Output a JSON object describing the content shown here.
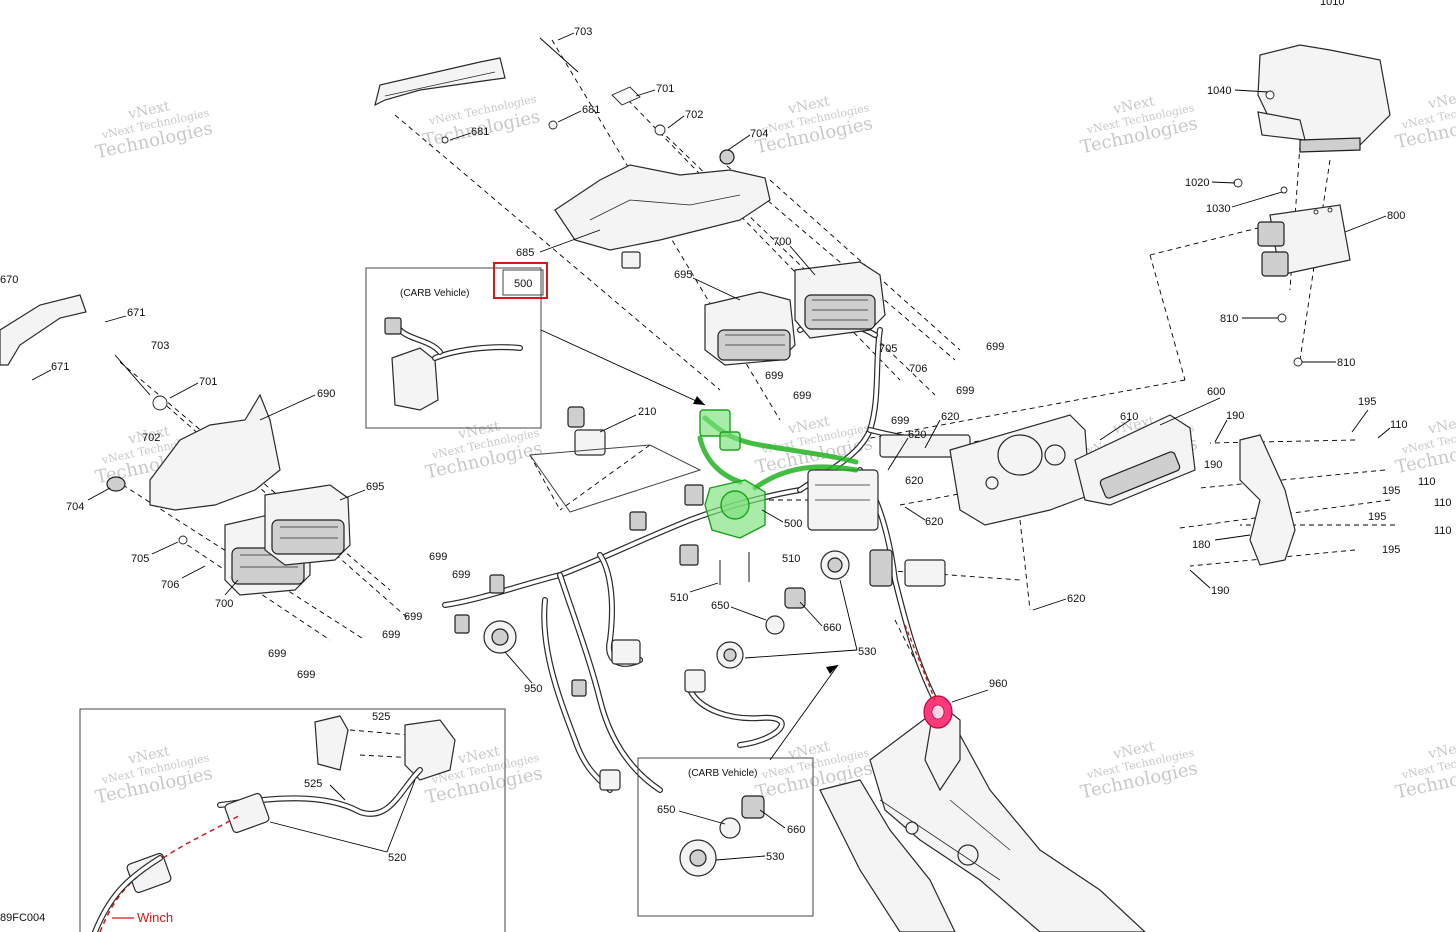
{
  "diagram": {
    "document_code": "89FC004",
    "watermark_line1": "vNext",
    "watermark_line2": "Technologies",
    "watermark_line3": "vNext Technologies",
    "highlight_color": "#d11a1a",
    "selected_part_color": "#22b322",
    "pink_part_color": "#ff3a7a",
    "inset_carb_top": {
      "caption": "(CARB Vehicle)"
    },
    "inset_carb_bottom": {
      "caption": "(CARB Vehicle)"
    },
    "inset_winch": {
      "caption": "Winch"
    },
    "highlighted_callout": "500",
    "callouts": {
      "c1010": "1010",
      "c1040": "1040",
      "c1020": "1020",
      "c1030": "1030",
      "c800": "800",
      "c810a": "810",
      "c810b": "810",
      "c703a": "703",
      "c701a": "701",
      "c702a": "702",
      "c681a": "681",
      "c681b": "681",
      "c704a": "704",
      "c685": "685",
      "c700a": "700",
      "c695a": "695",
      "c705a": "705",
      "c706a": "706",
      "c699a": "699",
      "c699b": "699",
      "c699c": "699",
      "c699d": "699",
      "c699e": "699",
      "c600": "600",
      "c610": "610",
      "c620a": "620",
      "c620b": "620",
      "c620c": "620",
      "c620d": "620",
      "c620e": "620",
      "c190a": "190",
      "c190b": "190",
      "c190c": "190",
      "c180": "180",
      "c195a": "195",
      "c195b": "195",
      "c195c": "195",
      "c195d": "195",
      "c110a": "110",
      "c110b": "110",
      "c110c": "110",
      "c110d": "110",
      "c670": "670",
      "c671a": "671",
      "c671b": "671",
      "c703b": "703",
      "c701b": "701",
      "c702b": "702",
      "c690": "690",
      "c704b": "704",
      "c695b": "695",
      "c705b": "705",
      "c706b": "706",
      "c700b": "700",
      "c699f": "699",
      "c699g": "699",
      "c699h": "699",
      "c699i": "699",
      "c699j": "699",
      "c699k": "699",
      "c210": "210",
      "c500": "500",
      "c510a": "510",
      "c510b": "510",
      "c650a": "650",
      "c660a": "660",
      "c530a": "530",
      "c950": "950",
      "c960": "960",
      "c525a": "525",
      "c525b": "525",
      "c520": "520",
      "c650b": "650",
      "c660b": "660",
      "c530b": "530"
    }
  }
}
